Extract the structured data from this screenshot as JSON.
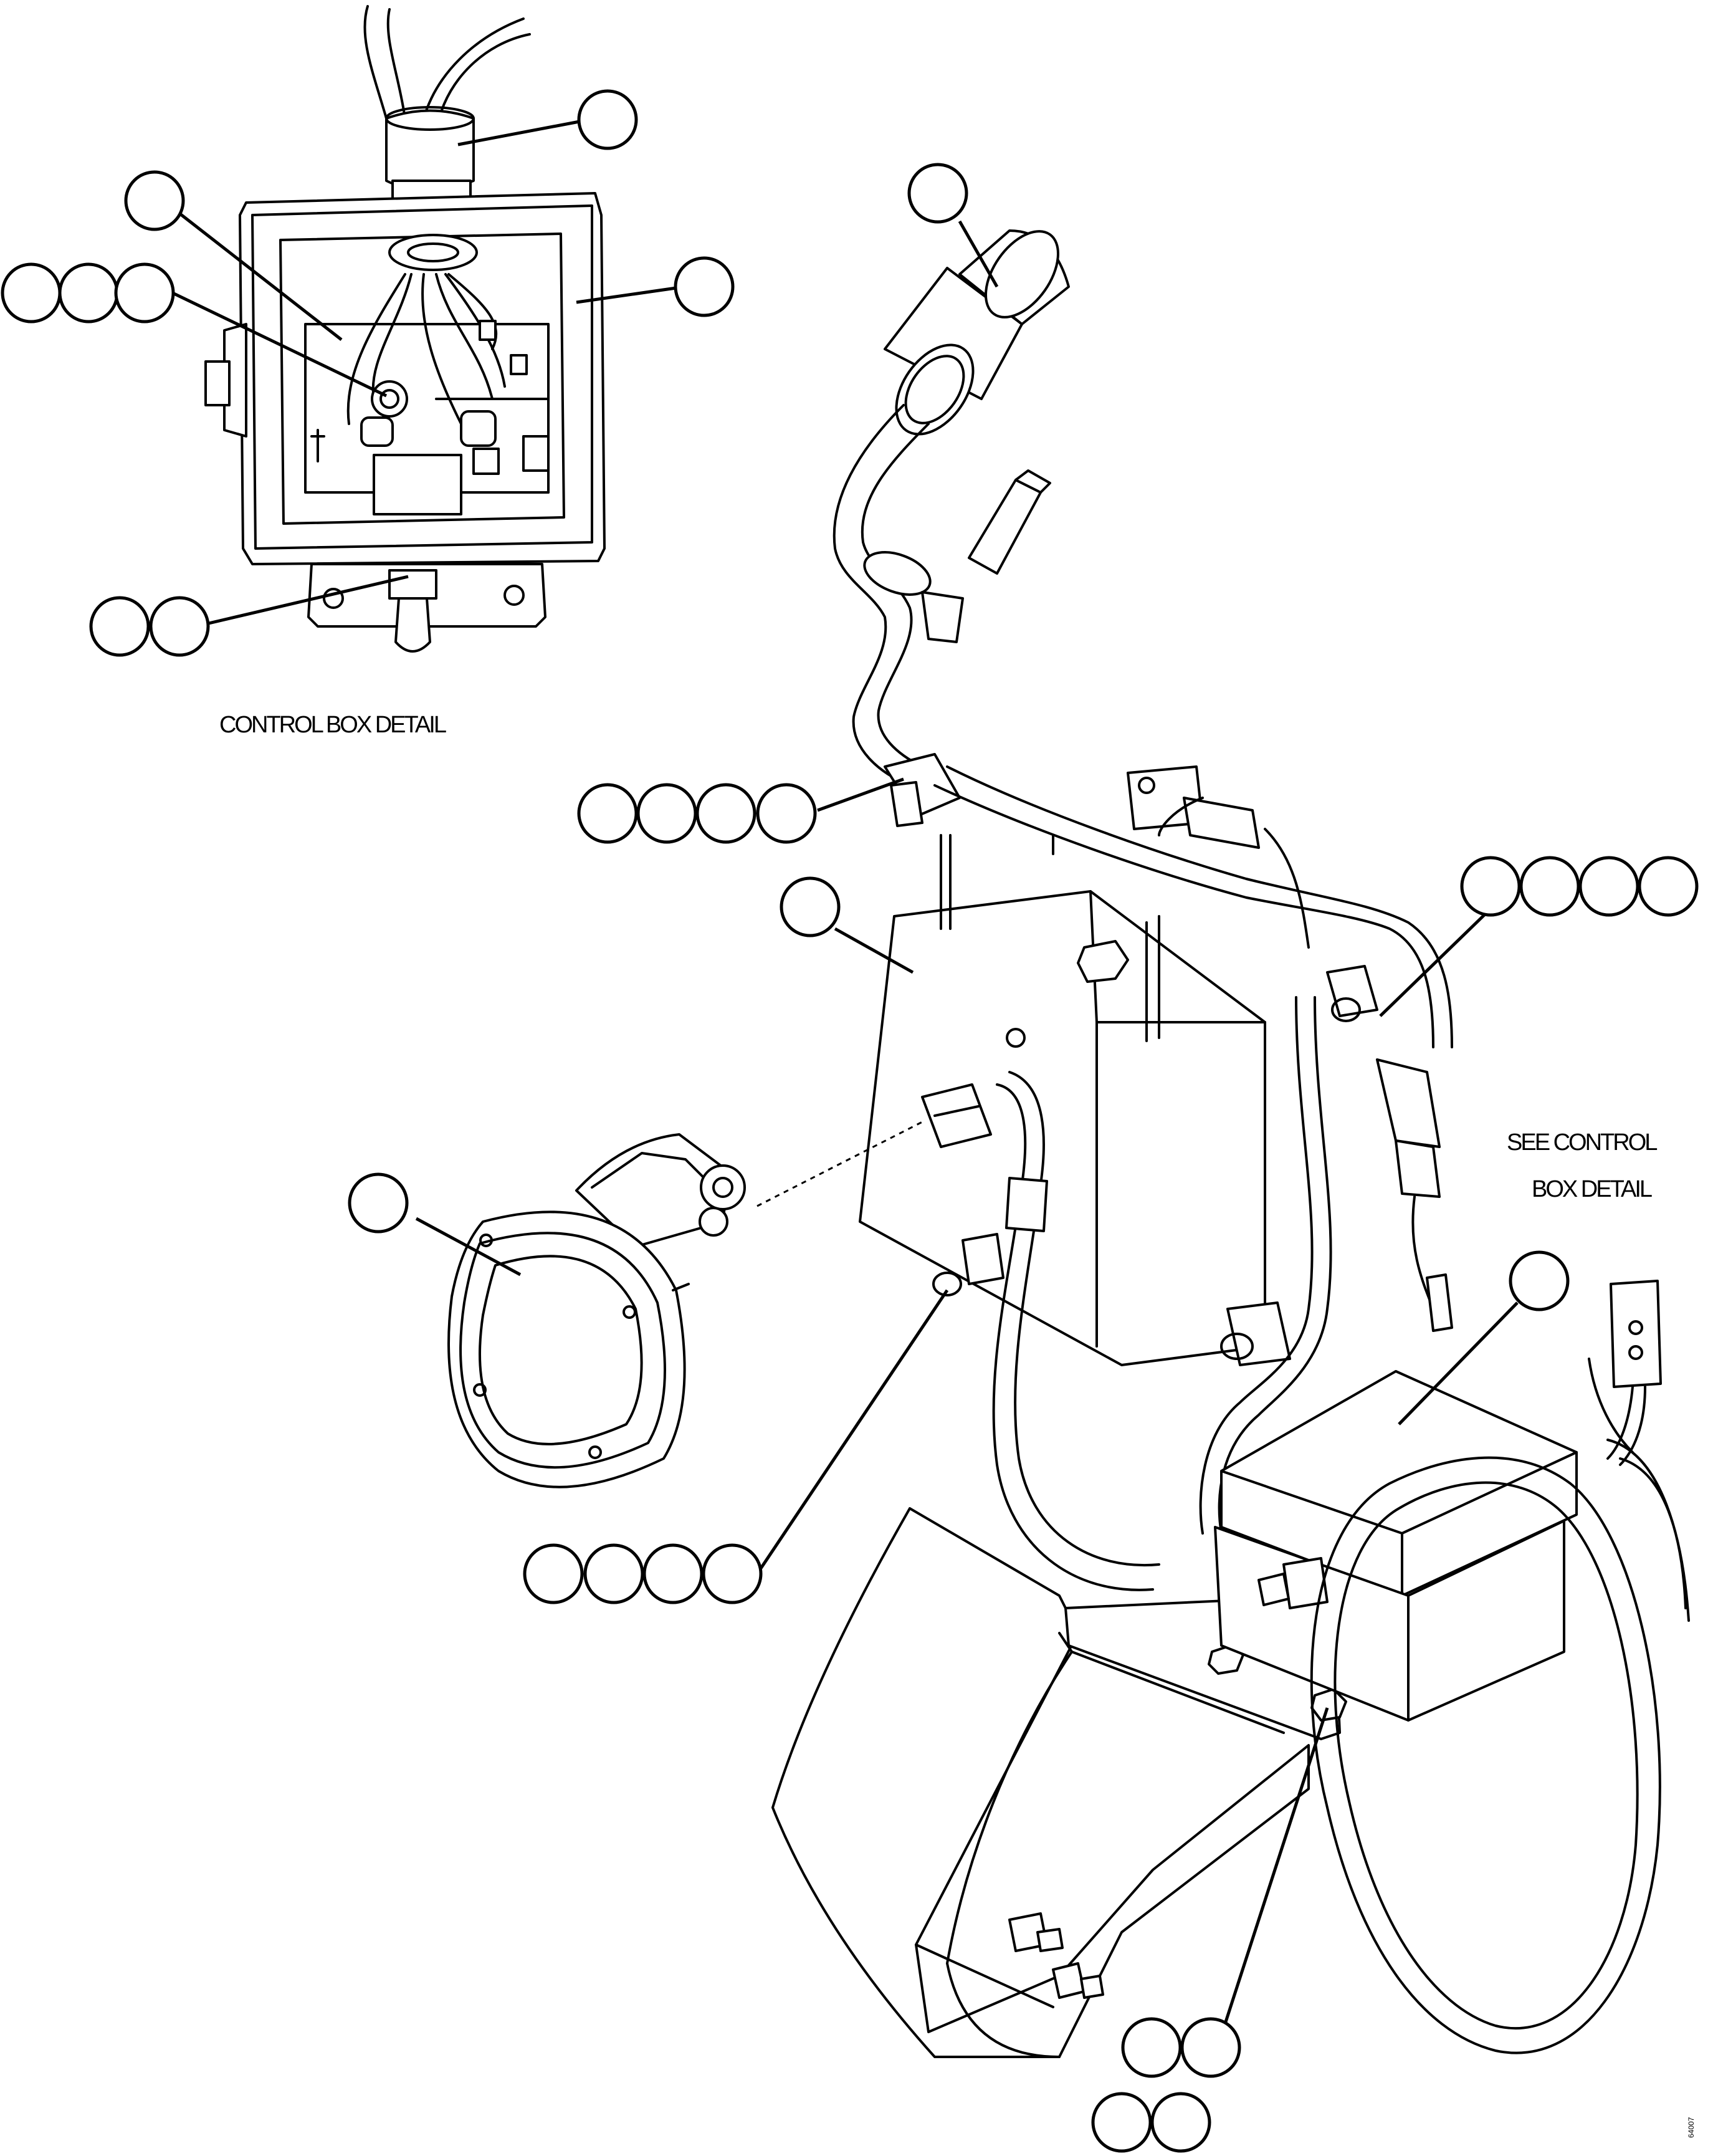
{
  "labels": {
    "control_box_detail": "CONTROL BOX DETAIL",
    "see_control_line1": "SEE CONTROL",
    "see_control_line2": "BOX DETAIL",
    "drawing_code": "64007"
  }
}
